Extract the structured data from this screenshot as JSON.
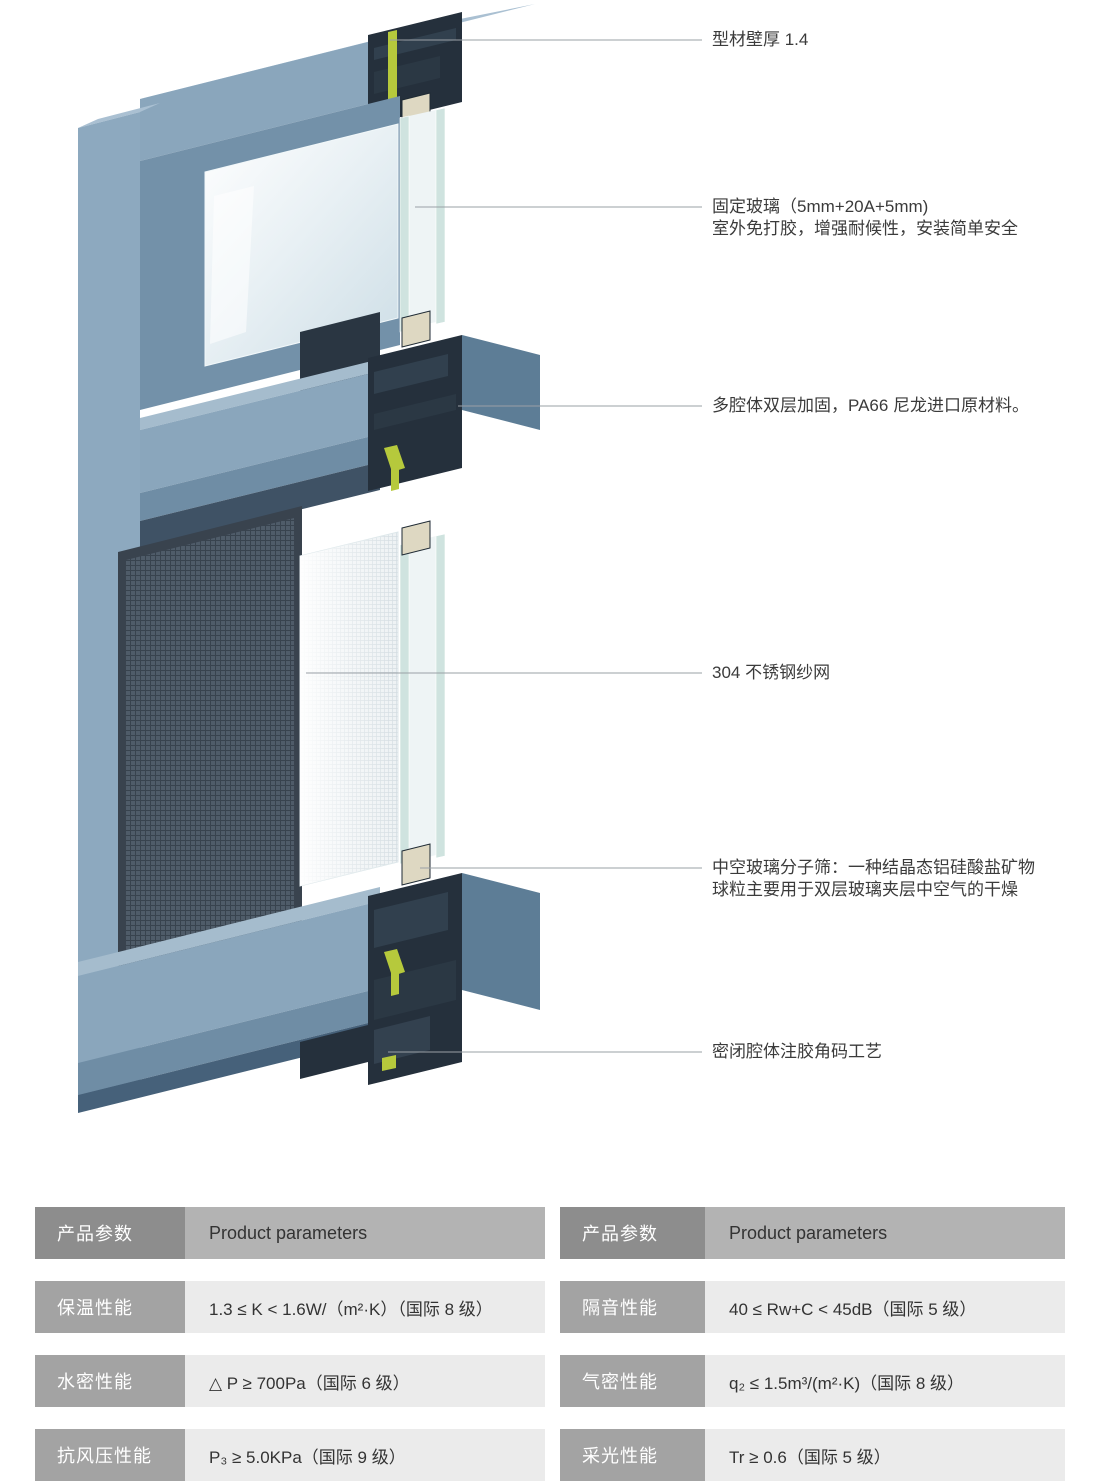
{
  "illustration": {
    "description": "3D cut-away cross-section render of an aluminum window system with insect screen and insulated glazing",
    "colors": {
      "frame_blue": "#8aa6bc",
      "frame_blue_light": "#aac0d2",
      "frame_blue_deep": "#46617a",
      "profile_dark": "#25303c",
      "gasket_green": "#b6c93c",
      "spacer_cream": "#ded8c2",
      "leader_line_gray": "#9aa0a6"
    }
  },
  "callouts": [
    {
      "line1": "型材壁厚 1.4"
    },
    {
      "line1": "固定玻璃（5mm+20A+5mm)",
      "line2": "室外免打胶，增强耐候性，安装简单安全"
    },
    {
      "line1": "多腔体双层加固，PA66 尼龙进口原材料。"
    },
    {
      "line1": "304 不锈钢纱网"
    },
    {
      "line1": "中空玻璃分子筛：一种结晶态铝硅酸盐矿物",
      "line2": "球粒主要用于双层玻璃夹层中空气的干燥"
    },
    {
      "line1": "密闭腔体注胶角码工艺"
    }
  ],
  "table": {
    "columns": [
      {
        "header": {
          "label": "产品参数",
          "value": "Product parameters"
        },
        "rows": [
          {
            "label": "保温性能",
            "value": "1.3 ≤ K < 1.6W/（m²·K）（国际 8 级）"
          },
          {
            "label": "水密性能",
            "value": "△ P ≥ 700Pa（国际 6 级）"
          },
          {
            "label": "抗风压性能",
            "value": "P₃ ≥ 5.0KPa（国际 9 级）"
          }
        ]
      },
      {
        "header": {
          "label": "产品参数",
          "value": "Product parameters"
        },
        "rows": [
          {
            "label": "隔音性能",
            "value": "40 ≤ Rw+C < 45dB（国际 5 级）"
          },
          {
            "label": "气密性能",
            "value": "q₂ ≤ 1.5m³/(m²·K)（国际 8 级）"
          },
          {
            "label": "采光性能",
            "value": "Tr ≥ 0.6（国际 5 级）"
          }
        ]
      }
    ]
  }
}
